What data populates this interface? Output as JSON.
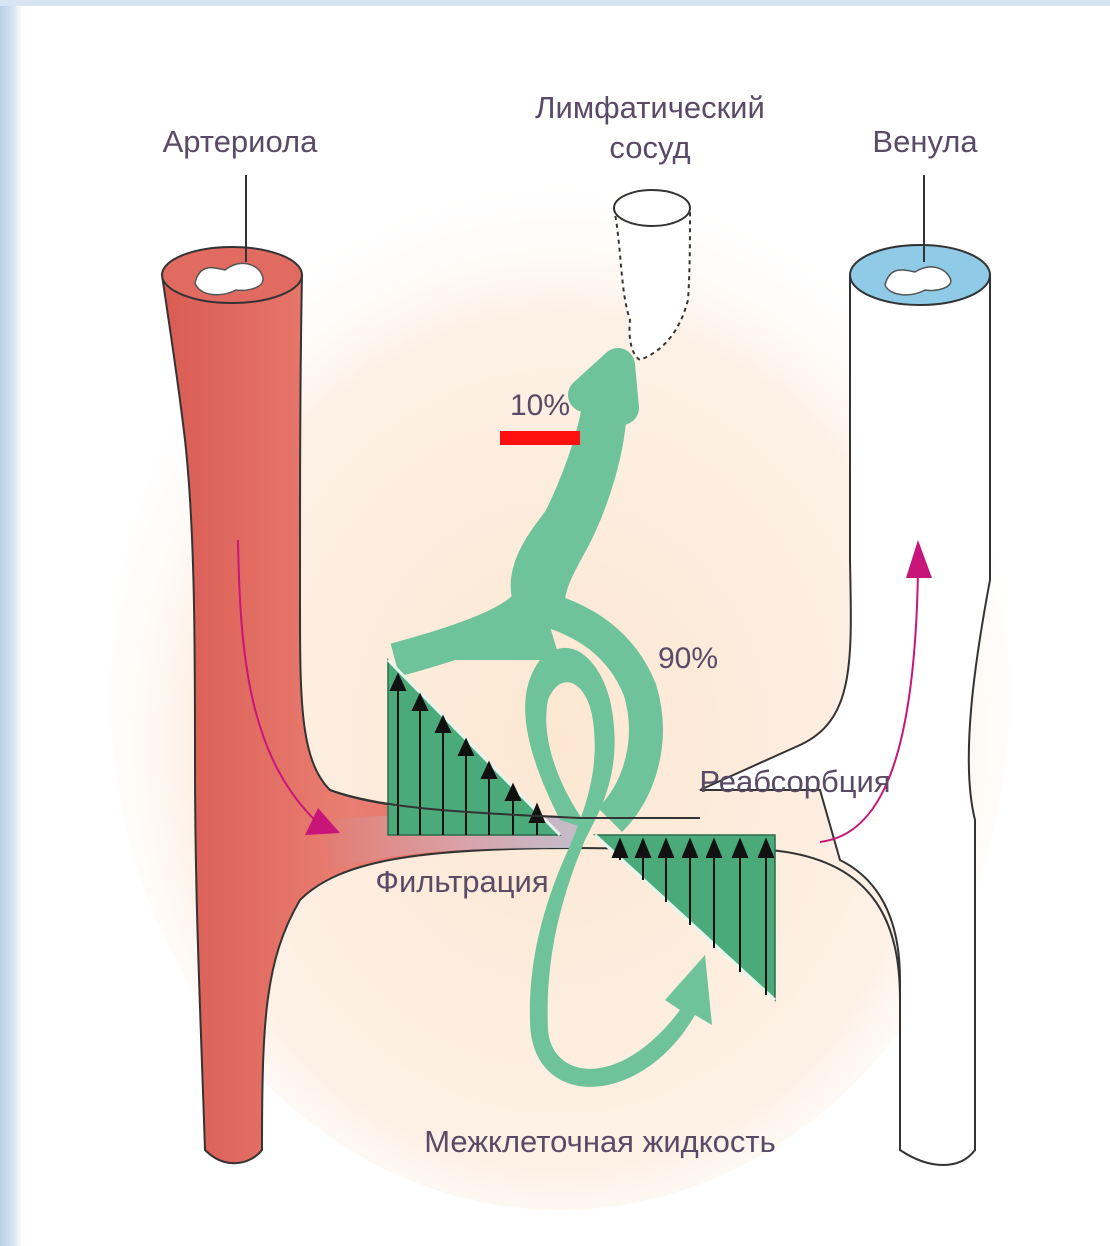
{
  "diagram": {
    "labels": {
      "arteriole": "Артериола",
      "lymph_line1": "Лимфатический",
      "lymph_line2": "сосуд",
      "venule": "Венула",
      "pct_lymph": "10%",
      "pct_return": "90%",
      "reabsorption": "Реабсорбция",
      "filtration": "Фильтрация",
      "interstitial": "Межклеточная жидкость"
    },
    "colors": {
      "arteriole": "#e5756b",
      "venule_lumen": "#8fcbe6",
      "fluid_green": "#6fc39a",
      "gradient_green": "#4aaa7a",
      "flow_arrow": "#c8157a",
      "highlight_bar": "#ff1010",
      "background_glow": "#fde9d6"
    }
  }
}
